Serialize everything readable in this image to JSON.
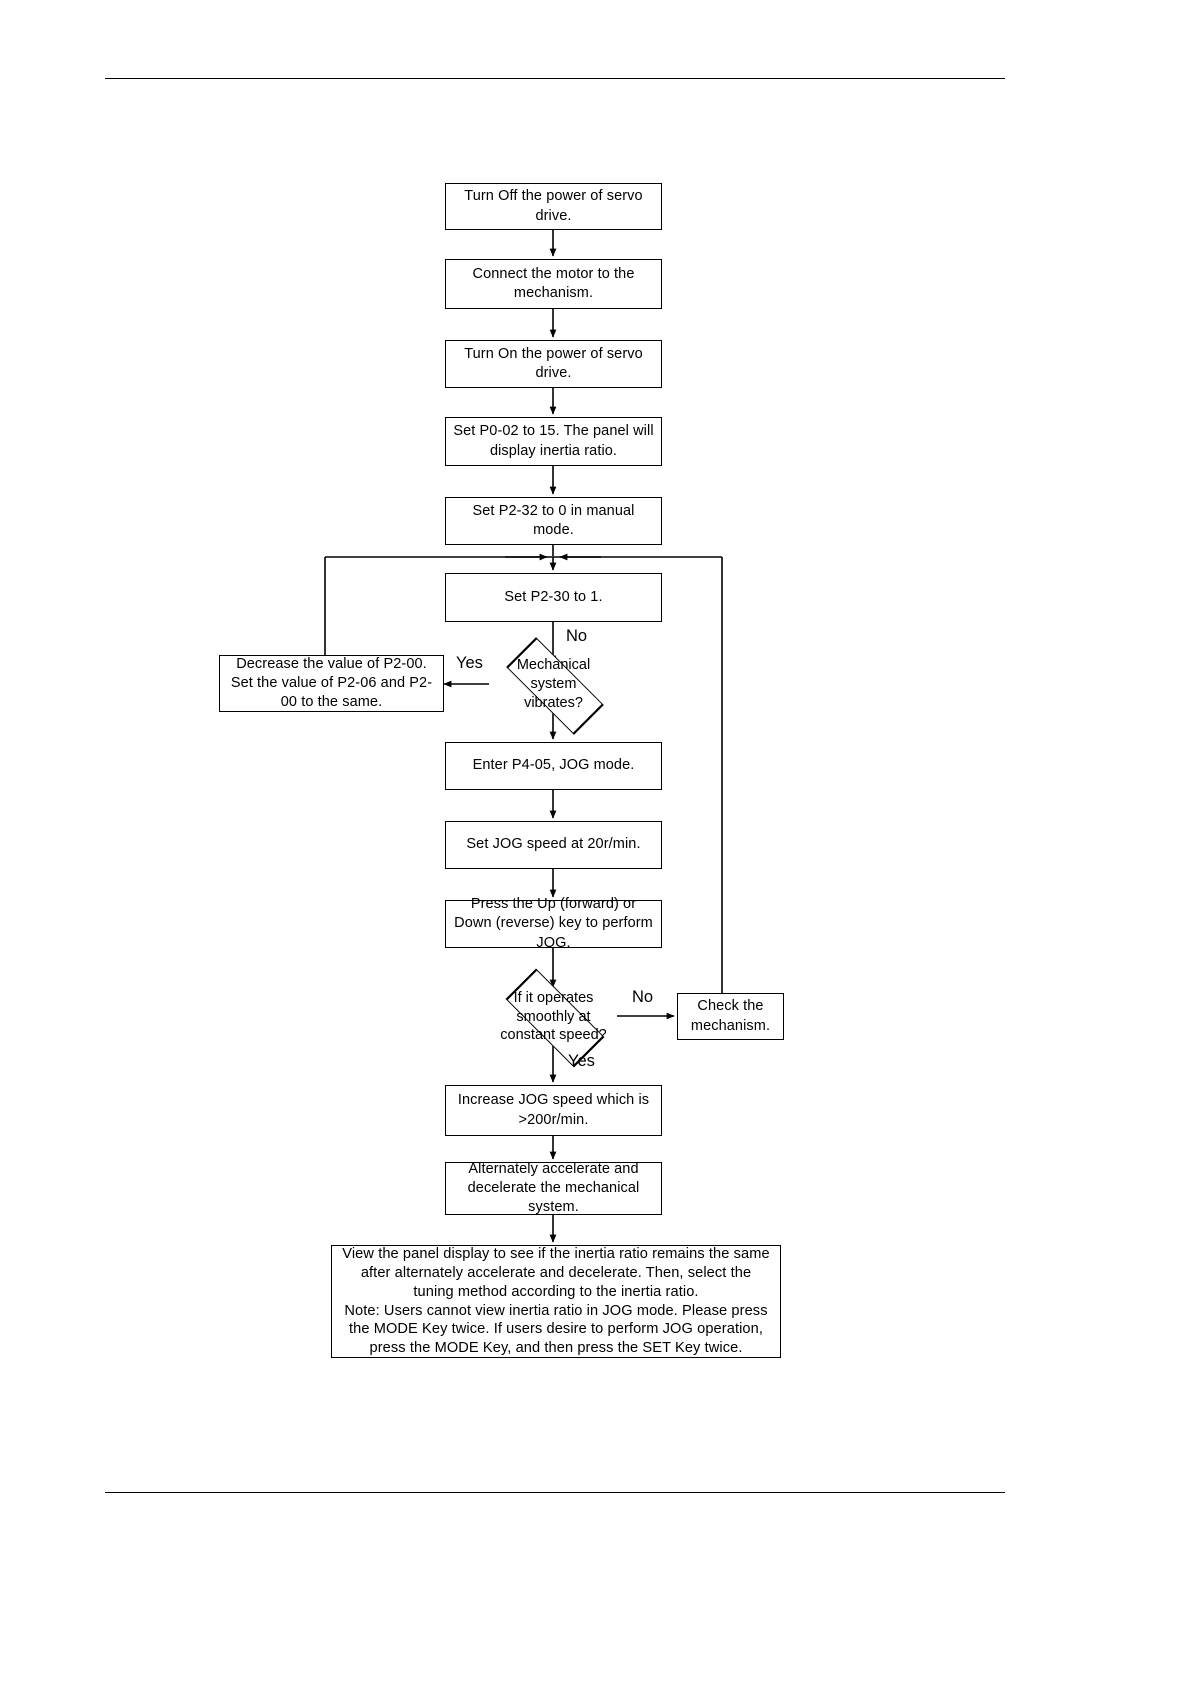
{
  "page": {
    "type": "flowchart",
    "title": "Servo drive inertia-ratio estimation / JOG tuning procedure",
    "background": "#ffffff",
    "line_color": "#000000"
  },
  "nodes": [
    {
      "id": "n1",
      "shape": "process",
      "text": "Turn Off the power of servo drive."
    },
    {
      "id": "n2",
      "shape": "process",
      "text": "Connect the motor to the mechanism."
    },
    {
      "id": "n3",
      "shape": "process",
      "text": "Turn On the power of servo drive."
    },
    {
      "id": "n4",
      "shape": "process",
      "text": "Set P0-02 to 15. The panel will display inertia ratio."
    },
    {
      "id": "n5",
      "shape": "process",
      "text": "Set P2-32 to 0 in manual mode."
    },
    {
      "id": "n6",
      "shape": "process",
      "text": "Set P2-30 to 1."
    },
    {
      "id": "d1",
      "shape": "decision",
      "line1": "Mechanical",
      "line2": "system",
      "line3": "vibrates?"
    },
    {
      "id": "n7",
      "shape": "process",
      "text": "Decrease the value of P2-00. Set the value of P2-06 and P2-00 to the same."
    },
    {
      "id": "n8",
      "shape": "process",
      "text": "Enter P4-05, JOG mode."
    },
    {
      "id": "n9",
      "shape": "process",
      "text": "Set JOG speed at 20r/min."
    },
    {
      "id": "n10",
      "shape": "process",
      "text": "Press the Up (forward) or Down (reverse) key to perform JOG."
    },
    {
      "id": "d2",
      "shape": "decision",
      "line1": "If it operates",
      "line2": "smoothly at",
      "line3": "constant speed?"
    },
    {
      "id": "n11",
      "shape": "process",
      "text": "Check the mechanism."
    },
    {
      "id": "n12",
      "shape": "process",
      "text": "Increase JOG speed which is >200r/min."
    },
    {
      "id": "n13",
      "shape": "process",
      "text": "Alternately accelerate and decelerate the mechanical system."
    },
    {
      "id": "n14",
      "shape": "note",
      "text": "View the panel display to see if the inertia ratio remains the same after alternately accelerate and decelerate. Then, select the tuning method according to the inertia ratio.\nNote: Users cannot view inertia ratio in JOG mode. Please press the MODE Key twice. If users desire to perform JOG operation, press the MODE Key, and then press the SET Key twice."
    }
  ],
  "edge_labels": {
    "d1_no": "No",
    "d1_yes": "Yes",
    "d2_no": "No",
    "d2_yes": "Yes"
  },
  "chart_data": {
    "type": "diagram-flowchart",
    "flow": [
      "Turn Off the power of servo drive.",
      "Connect the motor to the mechanism.",
      "Turn On the power of servo drive.",
      "Set P0-02 to 15. The panel will display inertia ratio.",
      "Set P2-32 to 0 in manual mode.",
      "Set P2-30 to 1.",
      "Mechanical system vibrates?",
      "Enter P4-05, JOG mode.",
      "Set JOG speed at 20r/min.",
      "Press the Up (forward) or Down (reverse) key to perform JOG.",
      "If it operates smoothly at constant speed?",
      "Increase JOG speed which is >200r/min.",
      "Alternately accelerate and decelerate the mechanical system."
    ],
    "branches": [
      {
        "from": "Mechanical system vibrates?",
        "label": "Yes",
        "to": "Decrease the value of P2-00. Set the value of P2-06 and P2-00 to the same."
      },
      {
        "from": "Mechanical system vibrates?",
        "label": "No",
        "to": "Enter P4-05, JOG mode."
      },
      {
        "from": "If it operates smoothly at constant speed?",
        "label": "No",
        "to": "Check the mechanism."
      },
      {
        "from": "If it operates smoothly at constant speed?",
        "label": "Yes",
        "to": "Increase JOG speed which is >200r/min."
      }
    ],
    "loops": [
      {
        "from": "Decrease the value of P2-00. Set the value of P2-06 and P2-00 to the same.",
        "to": "Set P2-30 to 1."
      },
      {
        "from": "Check the mechanism.",
        "to": "Set P2-30 to 1."
      }
    ]
  }
}
